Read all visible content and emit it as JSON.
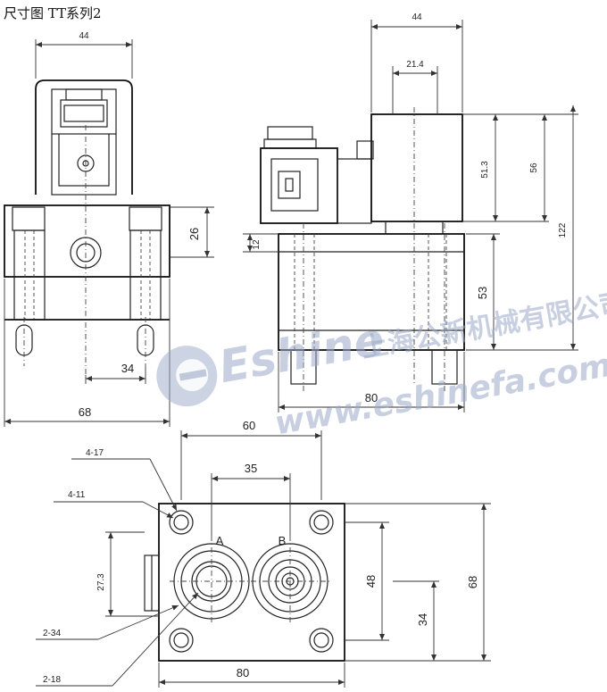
{
  "title": "尺寸图  TT系列2",
  "front_view": {
    "dims": {
      "top_width": "44",
      "right_height": "26",
      "hole_spacing": "34",
      "overall_width": "68"
    }
  },
  "side_view": {
    "dims": {
      "top_width": "44",
      "inner_width": "21.4",
      "coil_height": "51.3",
      "head_height": "56",
      "overall_height": "122",
      "flange": "12",
      "body_height": "53",
      "body_width": "80"
    }
  },
  "bottom_view": {
    "dims": {
      "outer_spacing": "60",
      "port_spacing": "35",
      "port_offset": "27.3",
      "port_height": "48",
      "base_height": "68",
      "hole_offset": "34",
      "base_width": "80"
    },
    "callouts": {
      "mount_holes": "4-17",
      "bolt_holes": "4-11",
      "port_bore": "2-34",
      "port_inner": "2-18"
    },
    "ports": {
      "a": "A",
      "b": "B"
    }
  },
  "watermark": {
    "brand": "Eshine",
    "company": "上海公新机械有限公司",
    "domain": "www.eshinefa.com"
  }
}
